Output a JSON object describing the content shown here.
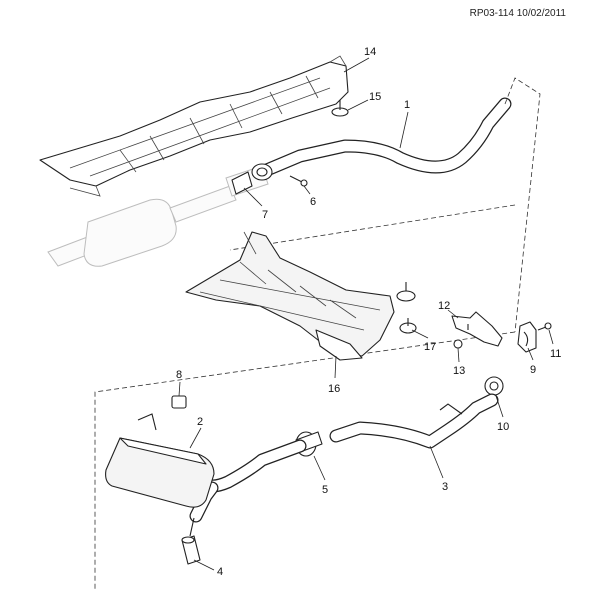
{
  "diagram": {
    "reference": "RP03-114 10/02/2011",
    "callouts": [
      "1",
      "2",
      "3",
      "4",
      "5",
      "6",
      "7",
      "8",
      "9",
      "10",
      "11",
      "12",
      "13",
      "14",
      "15",
      "16",
      "17"
    ]
  }
}
